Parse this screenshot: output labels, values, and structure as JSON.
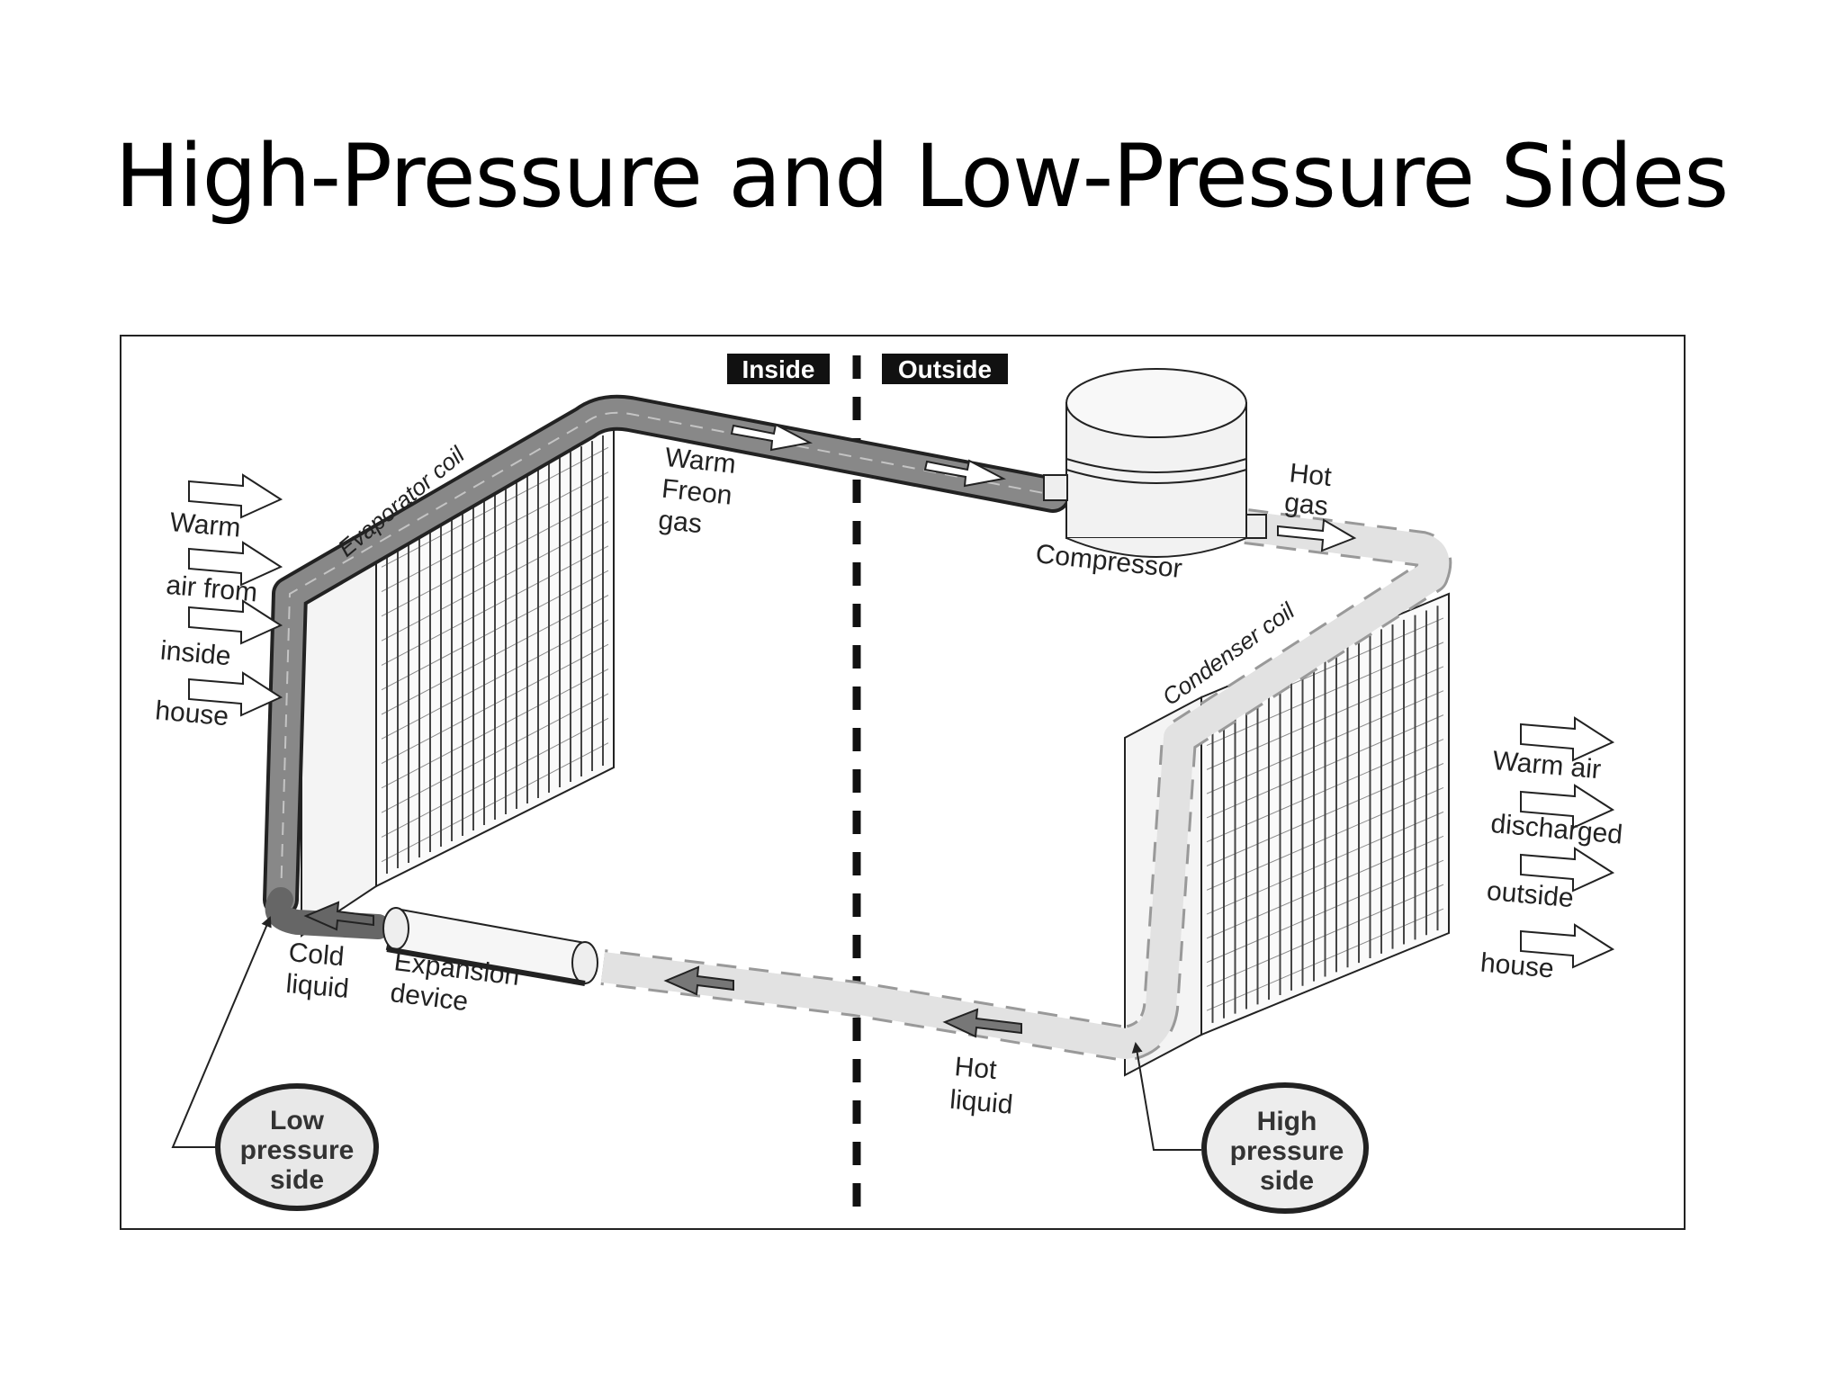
{
  "slide": {
    "title": "High-Pressure and Low-Pressure Sides"
  },
  "diagram": {
    "tags": {
      "inside": "Inside",
      "outside": "Outside"
    },
    "coils": {
      "evaporator": "Evaporator coil",
      "condenser": "Condenser coil"
    },
    "labels": {
      "warm_freon": [
        "Warm",
        "Freon",
        "gas"
      ],
      "compressor": "Compressor",
      "hot_gas": [
        "Hot",
        "gas"
      ],
      "warm_air_inside": [
        "Warm",
        "air from",
        "inside",
        "house"
      ],
      "warm_air_outside": [
        "Warm air",
        "discharged",
        "outside",
        "house"
      ],
      "cold_liquid": [
        "Cold",
        "liquid"
      ],
      "expansion_device": [
        "Expansion",
        "device"
      ],
      "hot_liquid": [
        "Hot",
        "liquid"
      ]
    },
    "circles": {
      "low": [
        "Low",
        "pressure",
        "side"
      ],
      "high": [
        "High",
        "pressure",
        "side"
      ]
    }
  }
}
